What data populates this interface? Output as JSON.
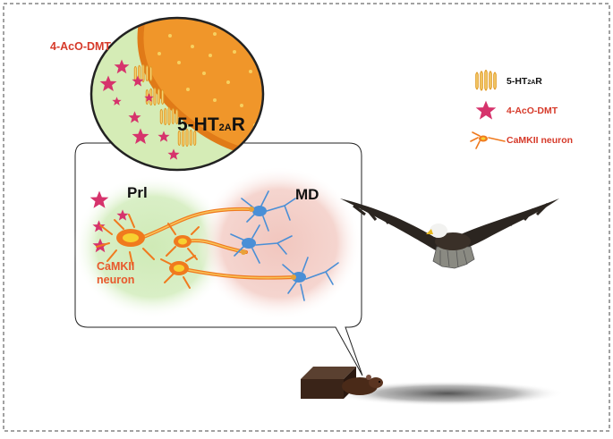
{
  "labels": {
    "drug": "4-AcO-DMT",
    "receptor_main": "5-HT",
    "receptor_sub": "2A",
    "receptor_tail": "R",
    "region_prl": "Prl",
    "region_md": "MD",
    "neuron_line1": "CaMKII",
    "neuron_line2": "neuron"
  },
  "legend": {
    "receptor_main": "5-HT",
    "receptor_sub": "2A",
    "receptor_tail": "R",
    "drug": "4-AcO-DMT",
    "neuron": "CaMKII neuron"
  },
  "colors": {
    "drug_red": "#d63a2a",
    "star_magenta": "#d6336c",
    "prl_green": "#cdeab8",
    "md_pink": "#f2c8c0",
    "orange_neuron": "#f07a1e",
    "blue_neuron": "#4a8fd6",
    "cell_orange": "#f0962a",
    "membrane_green": "#d5ecb6"
  },
  "icons": [
    "receptor-icon",
    "star-icon",
    "camkii-neuron-icon",
    "eagle-illustration",
    "mouse-illustration",
    "box-shelter"
  ]
}
